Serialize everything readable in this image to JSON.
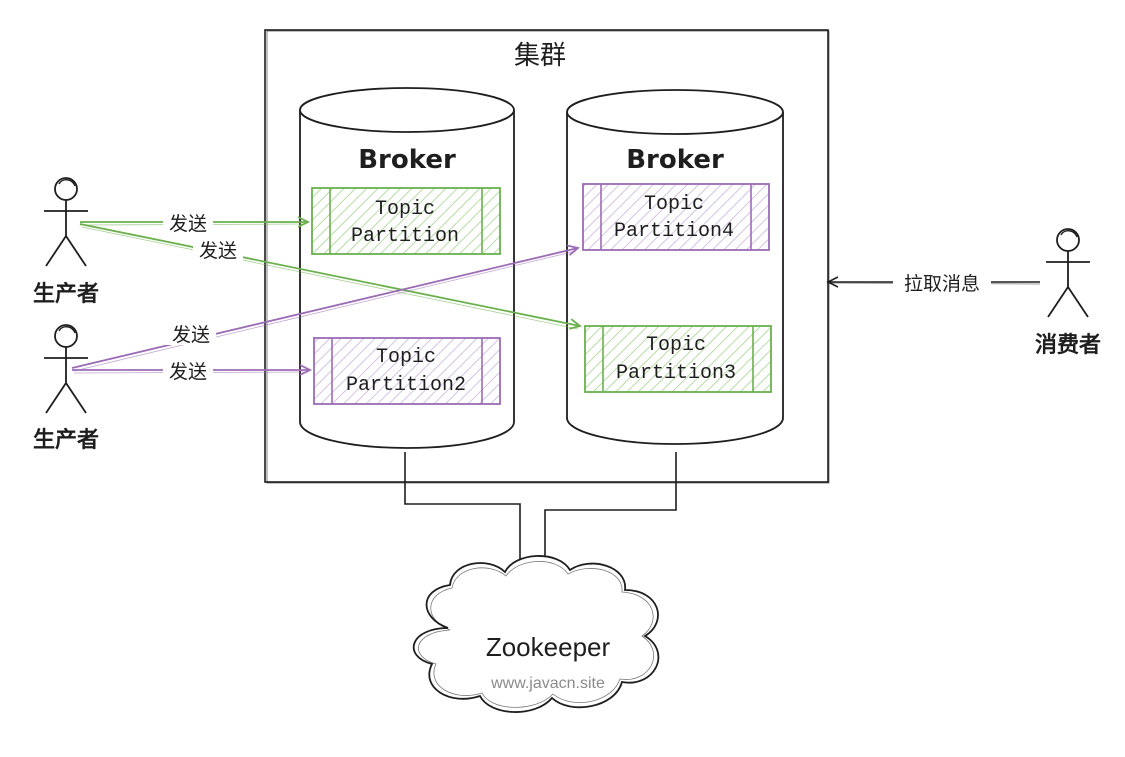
{
  "cluster": {
    "title": "集群"
  },
  "brokers": [
    {
      "label": "Broker"
    },
    {
      "label": "Broker"
    }
  ],
  "partitions": [
    {
      "line1": "Topic",
      "line2": "Partition",
      "color": "#6ab04c"
    },
    {
      "line1": "Topic",
      "line2": "Partition2",
      "color": "#9b6bb5"
    },
    {
      "line1": "Topic",
      "line2": "Partition4",
      "color": "#9b6bb5"
    },
    {
      "line1": "Topic",
      "line2": "Partition3",
      "color": "#6ab04c"
    }
  ],
  "actors": {
    "producer_top": "生产者",
    "producer_bottom": "生产者",
    "consumer": "消费者"
  },
  "edges": {
    "send_1": "发送",
    "send_2": "发送",
    "send_3": "发送",
    "send_4": "发送",
    "pull": "拉取消息"
  },
  "zookeeper": {
    "title": "Zookeeper",
    "watermark": "www.javacn.site"
  },
  "colors": {
    "green": "#6ab04c",
    "purple": "#9b6bb5",
    "stroke": "#1e1e1e"
  }
}
